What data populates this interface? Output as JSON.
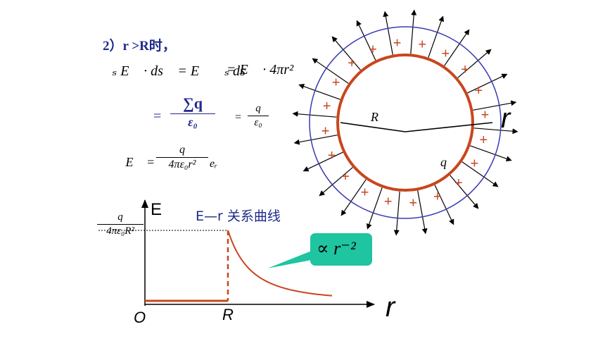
{
  "heading": "2）r >R时，",
  "gauss": {
    "lhs": "∮ₛ E⃗ · ds⃗ = E⃗ ∮ₛ ds⃗",
    "rhs": "= E⃗ · 4πr²",
    "sum_num": "∑q",
    "sum_den": "ε₀",
    "q_num": "q",
    "q_den": "ε₀",
    "result_prefix": "∴ E⃗ =",
    "result_num": "q",
    "result_den": "4πε₀r²",
    "result_suffix": "eᵣ"
  },
  "sphere": {
    "radius_label": "R",
    "charge_label": "q",
    "r_label": "r",
    "plus_sign": "+",
    "colors": {
      "shell": "#c8461e",
      "gauss_surface": "#3a3ab4",
      "plus": "#c8461e"
    }
  },
  "graph": {
    "y_label": "E",
    "title": "E—r 关系曲线",
    "y_tick_num": "q",
    "y_tick_den": "4πε₀R²",
    "origin_label": "O",
    "x_tick": "R",
    "x_label": "r",
    "callout": "∝ r⁻²",
    "colors": {
      "curve": "#c8461e",
      "callout": "#1fc4a0"
    }
  },
  "chart_data": {
    "type": "line",
    "x_ticks": [
      "R"
    ],
    "y_ticks": [
      "q/(4πε₀R²)"
    ],
    "segments": [
      {
        "from": "0",
        "to": "R",
        "E": "0"
      },
      {
        "from": "R",
        "to": "∞",
        "E": "∝ r⁻²"
      }
    ]
  }
}
